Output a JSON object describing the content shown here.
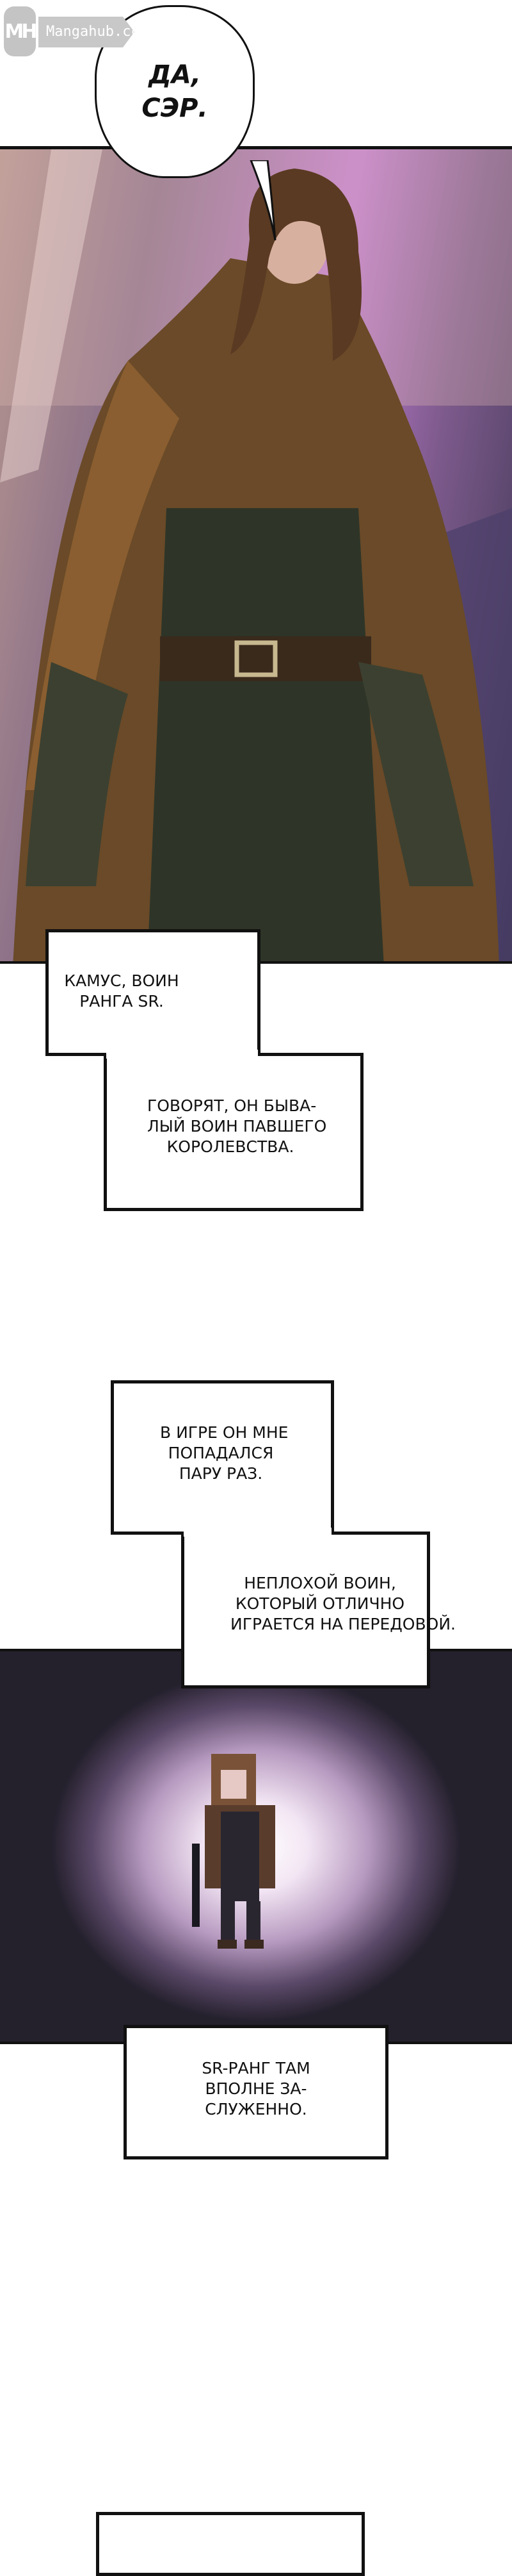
{
  "watermark": {
    "logo": "MH",
    "site": "Mangahub.cc"
  },
  "speech_bubble": {
    "lines": [
      "ДА,",
      "СЭР."
    ]
  },
  "captions": {
    "c1": [
      "КАМУС, ВОИН",
      "РАНГА SR."
    ],
    "c2": [
      "ГОВОРЯТ, ОН БЫВА-",
      "ЛЫЙ ВОИН ПАВШЕГО",
      "КОРОЛЕВСТВА."
    ],
    "c3": [
      "В ИГРЕ ОН МНЕ",
      "ПОПАДАЛСЯ",
      "ПАРУ РАЗ."
    ],
    "c4": [
      "НЕПЛОХОЙ ВОИН,",
      "КОТОРЫЙ ОТЛИЧНО",
      "ИГРАЕТСЯ НА ПЕРЕДОВОЙ."
    ],
    "c5": [
      "SR-РАНГ ТАМ",
      "ВПОЛНЕ ЗА-",
      "СЛУЖЕННО."
    ]
  }
}
